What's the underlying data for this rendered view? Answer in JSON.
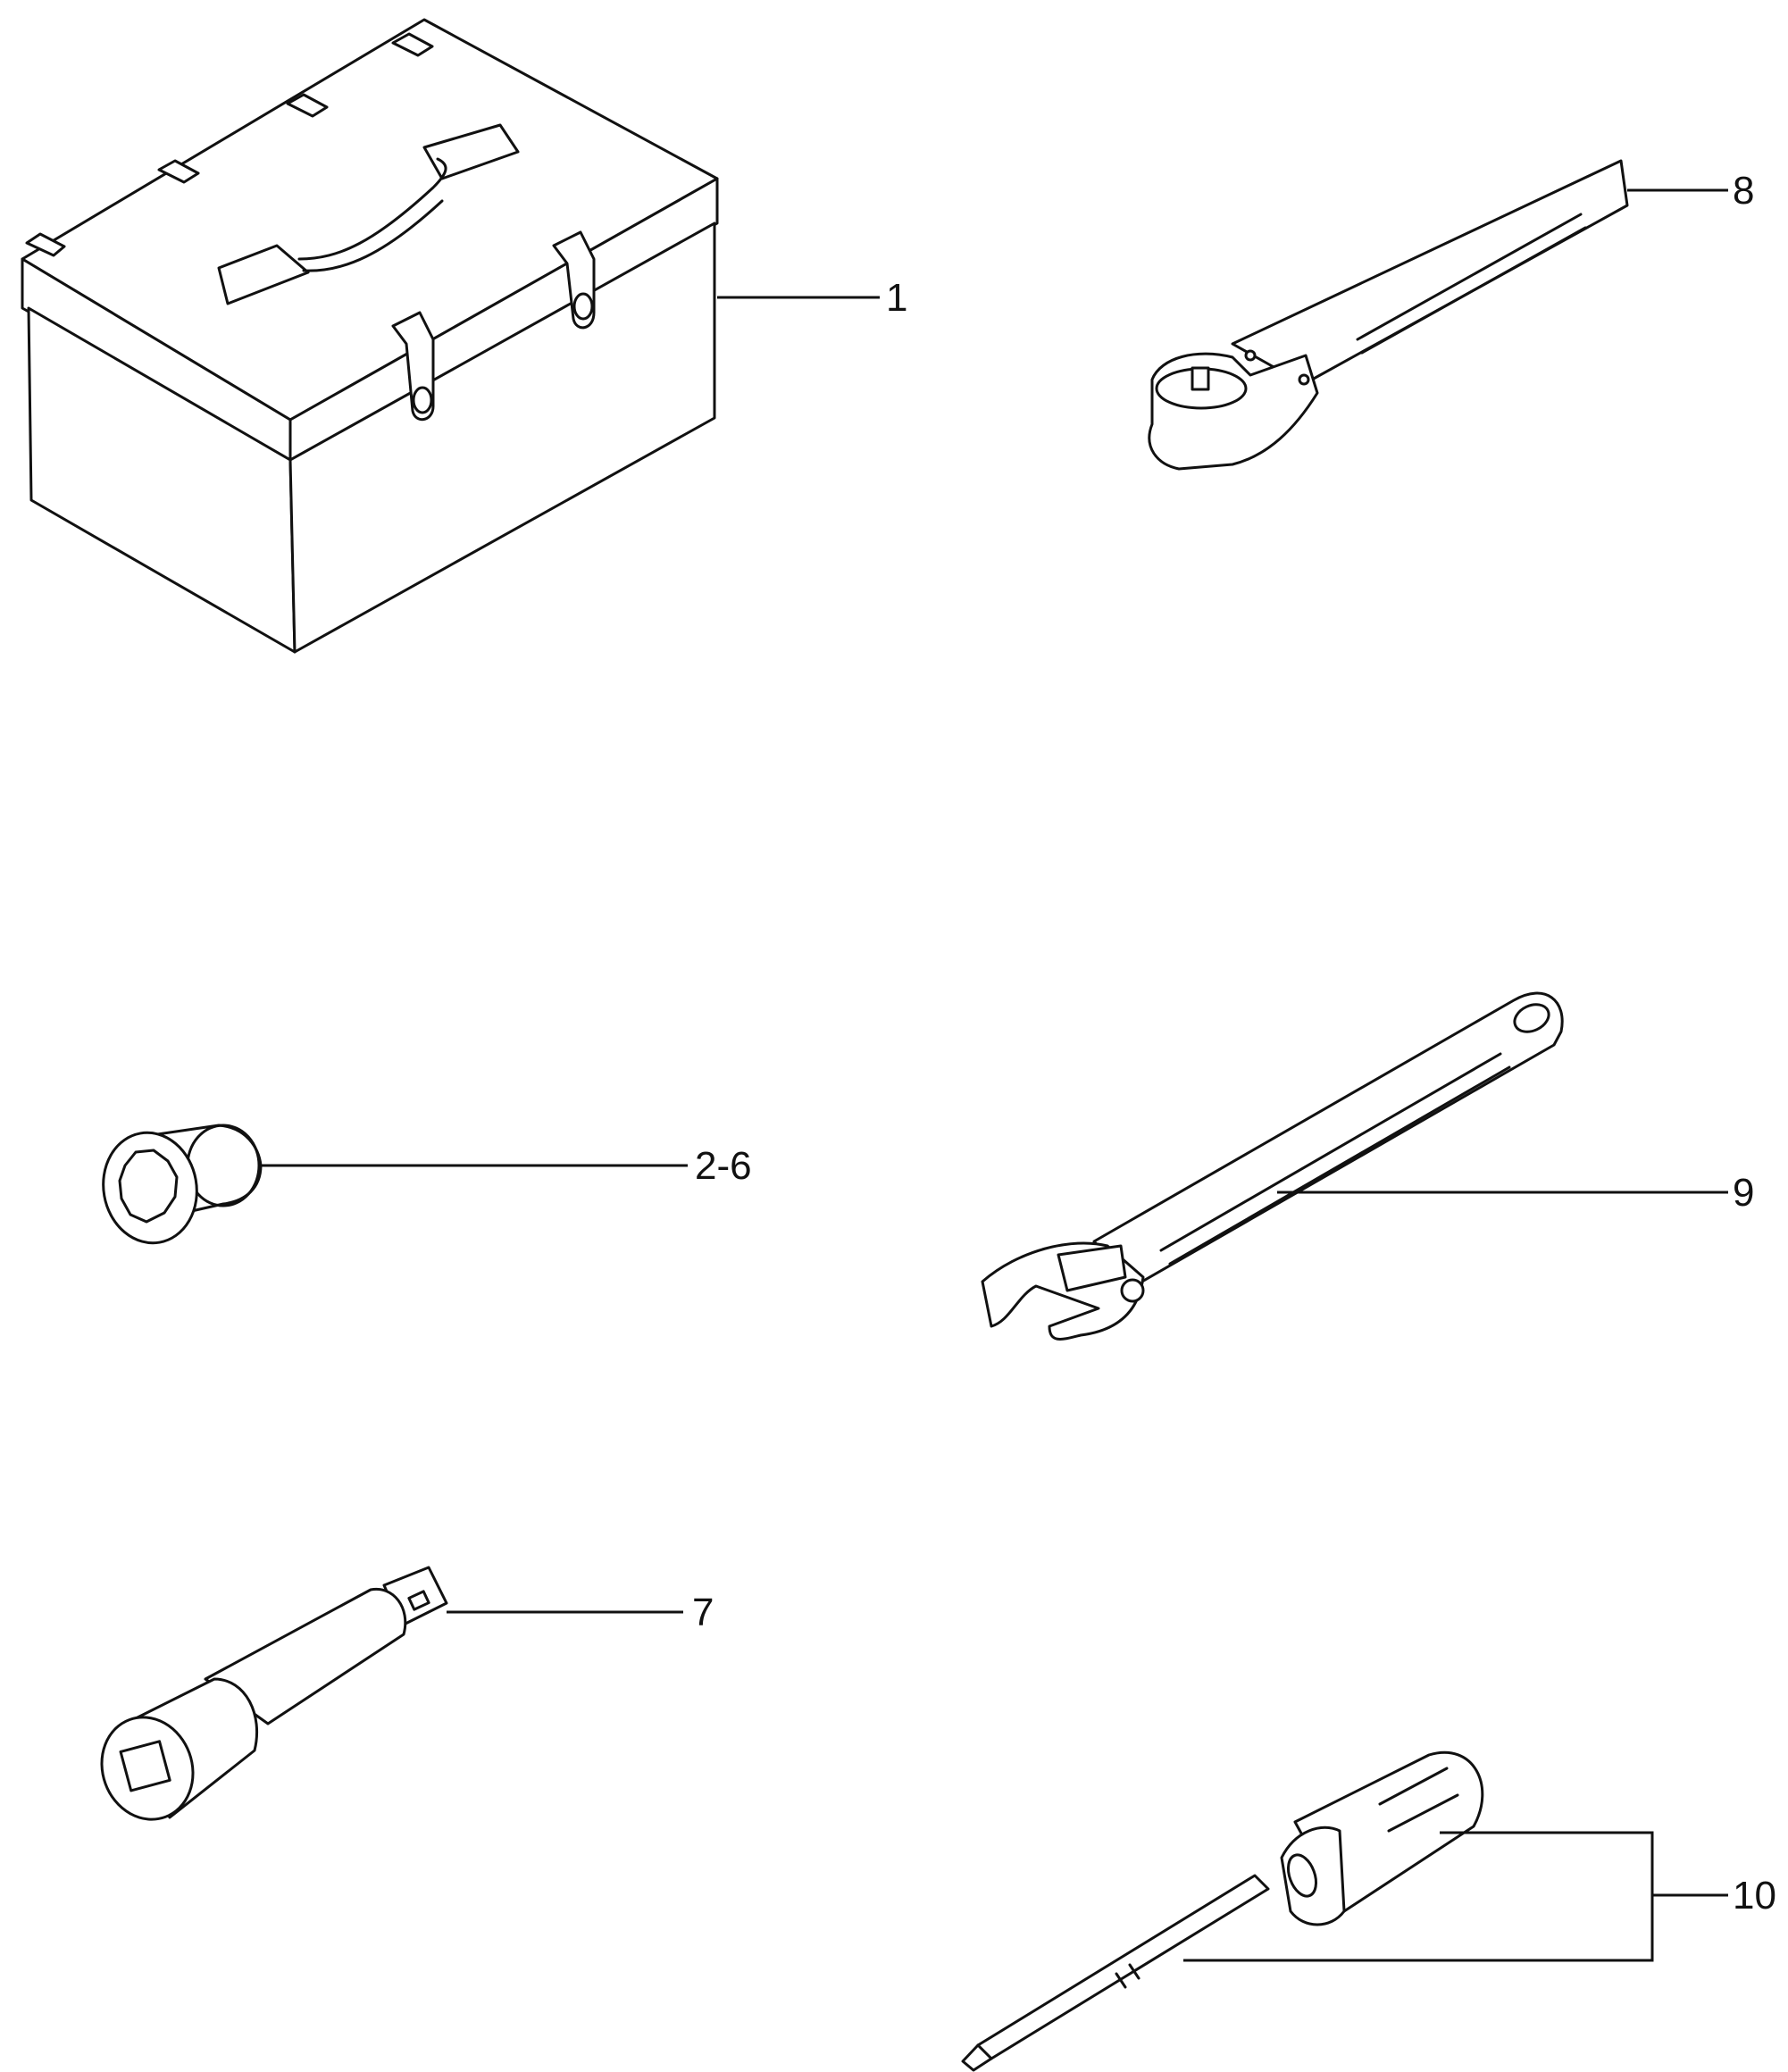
{
  "callouts": {
    "toolbox": "1",
    "socket": "2-6",
    "extension": "7",
    "ratchet": "8",
    "adjustable_wrench": "9",
    "screwdriver": "10"
  }
}
